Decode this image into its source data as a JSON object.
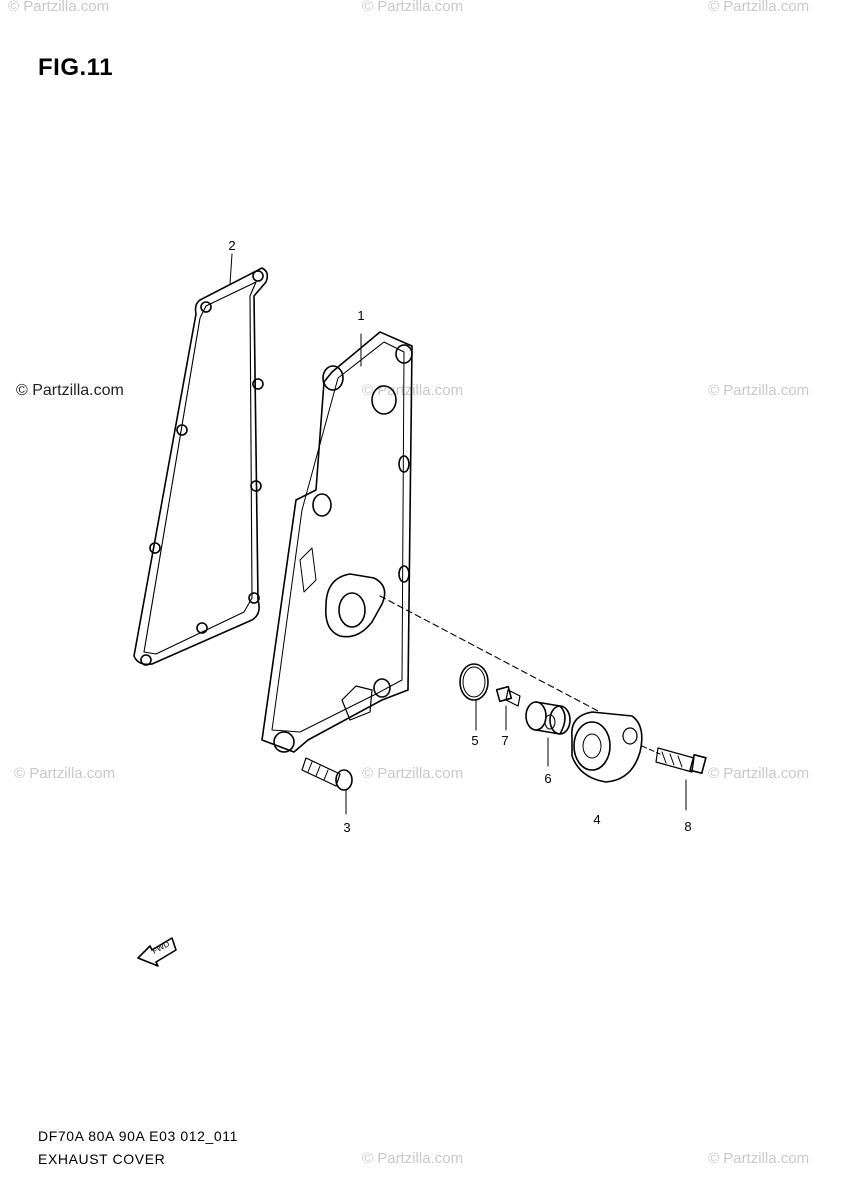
{
  "figure": {
    "title": "FIG.11"
  },
  "watermark": {
    "text": "© Partzilla.com",
    "highlight_text": "© Partzilla.com"
  },
  "callouts": [
    "1",
    "2",
    "3",
    "4",
    "5",
    "6",
    "7",
    "8"
  ],
  "fwd_marker": {
    "label": "FWD",
    "icon": "fwd-arrow-icon"
  },
  "footer": {
    "code": "DF70A 80A 90A E03 012_011",
    "name": "EXHAUST COVER"
  },
  "colors": {
    "line": "#000000",
    "watermark": "#c8c8c8",
    "background": "#ffffff"
  }
}
